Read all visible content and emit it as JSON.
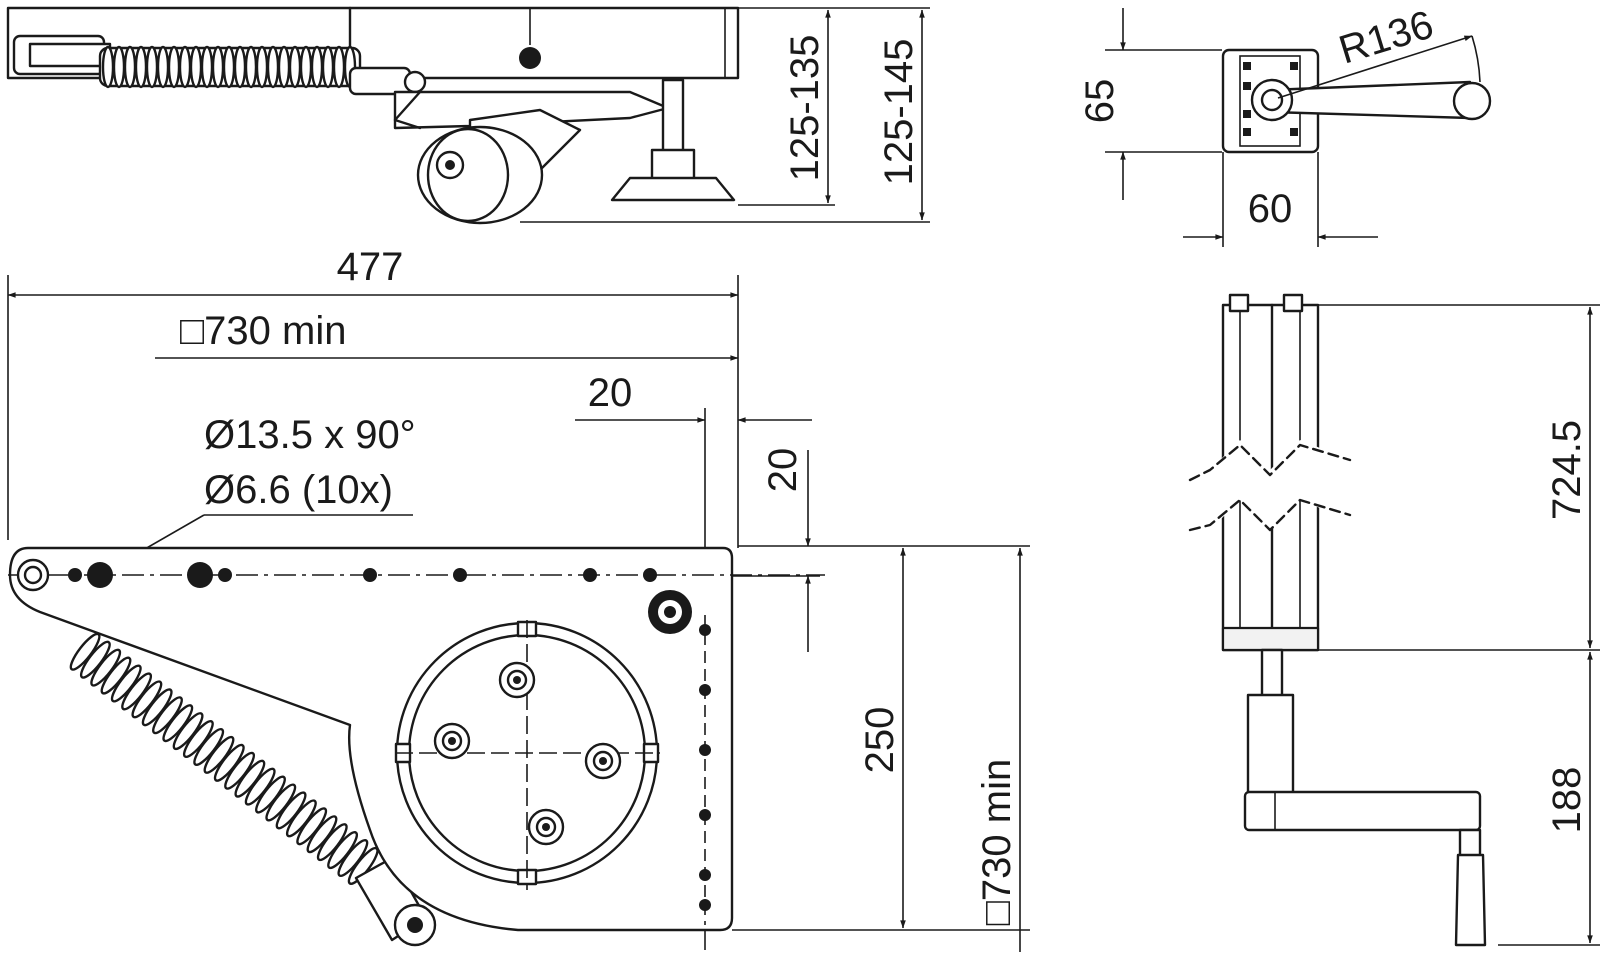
{
  "colors": {
    "line": "#1a1a1a",
    "background": "#ffffff",
    "fill_light": "#f2f2f2"
  },
  "dimensions": {
    "height_range_1": "125-135",
    "height_range_2": "125-145",
    "side_height": "65",
    "side_radius": "R136",
    "side_width": "60",
    "top_width": "477",
    "top_min_table": "□730 min",
    "offset_x": "20",
    "offset_y": "20",
    "hole_countersink": "Ø13.5 x 90°",
    "hole_count": "Ø6.6 (10x)",
    "plate_height": "250",
    "table_min_vertical": "□730 min",
    "column_length": "724.5",
    "crank_height": "188"
  }
}
